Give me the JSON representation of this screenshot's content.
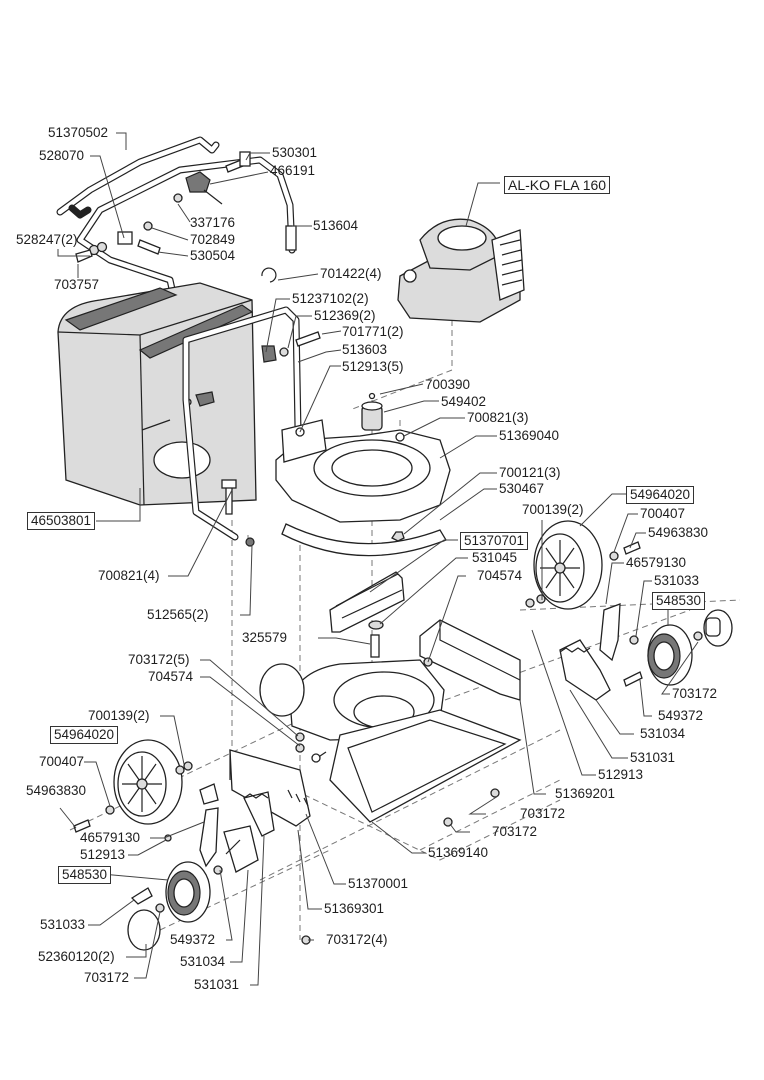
{
  "diagram": {
    "type": "exploded-parts-diagram",
    "subject": "Leaf blower / vacuum assembly",
    "engine_label": "AL-KO FLA 160",
    "part_labels": [
      {
        "id": "p01",
        "text": "51370502",
        "boxed": false
      },
      {
        "id": "p02",
        "text": "528070",
        "boxed": false
      },
      {
        "id": "p03",
        "text": "530301",
        "boxed": false
      },
      {
        "id": "p04",
        "text": "466191",
        "boxed": false
      },
      {
        "id": "p05",
        "text": "337176",
        "boxed": false
      },
      {
        "id": "p06",
        "text": "513604",
        "boxed": false
      },
      {
        "id": "p07",
        "text": "528247(2)",
        "boxed": false
      },
      {
        "id": "p08",
        "text": "702849",
        "boxed": false
      },
      {
        "id": "p09",
        "text": "530504",
        "boxed": false
      },
      {
        "id": "p10",
        "text": "703757",
        "boxed": false
      },
      {
        "id": "p11",
        "text": "701422(4)",
        "boxed": false
      },
      {
        "id": "p12",
        "text": "51237102(2)",
        "boxed": false
      },
      {
        "id": "p13",
        "text": "512369(2)",
        "boxed": false
      },
      {
        "id": "p14",
        "text": "701771(2)",
        "boxed": false
      },
      {
        "id": "p15",
        "text": "513603",
        "boxed": false
      },
      {
        "id": "p16",
        "text": "512913(5)",
        "boxed": false
      },
      {
        "id": "p17",
        "text": "700390",
        "boxed": false
      },
      {
        "id": "p18",
        "text": "549402",
        "boxed": false
      },
      {
        "id": "p19",
        "text": "700821(3)",
        "boxed": false
      },
      {
        "id": "p20",
        "text": "51369040",
        "boxed": false
      },
      {
        "id": "p21",
        "text": "700121(3)",
        "boxed": false
      },
      {
        "id": "p22",
        "text": "530467",
        "boxed": false
      },
      {
        "id": "p23",
        "text": "46503801",
        "boxed": true
      },
      {
        "id": "p24",
        "text": "54964020",
        "boxed": true
      },
      {
        "id": "p25",
        "text": "700139(2)",
        "boxed": false
      },
      {
        "id": "p26",
        "text": "700407",
        "boxed": false
      },
      {
        "id": "p27",
        "text": "54963830",
        "boxed": false
      },
      {
        "id": "p28",
        "text": "51370701",
        "boxed": true
      },
      {
        "id": "p29",
        "text": "531045",
        "boxed": false
      },
      {
        "id": "p30",
        "text": "704574",
        "boxed": false
      },
      {
        "id": "p31",
        "text": "700821(4)",
        "boxed": false
      },
      {
        "id": "p32",
        "text": "46579130",
        "boxed": false
      },
      {
        "id": "p33",
        "text": "531033",
        "boxed": false
      },
      {
        "id": "p34",
        "text": "548530",
        "boxed": true
      },
      {
        "id": "p35",
        "text": "512565(2)",
        "boxed": false
      },
      {
        "id": "p36",
        "text": "325579",
        "boxed": false
      },
      {
        "id": "p37",
        "text": "703172(5)",
        "boxed": false
      },
      {
        "id": "p38",
        "text": "704574",
        "boxed": false
      },
      {
        "id": "p39",
        "text": "703172",
        "boxed": false
      },
      {
        "id": "p40",
        "text": "549372",
        "boxed": false
      },
      {
        "id": "p41",
        "text": "700139(2)",
        "boxed": false
      },
      {
        "id": "p42",
        "text": "54964020",
        "boxed": true
      },
      {
        "id": "p43",
        "text": "531034",
        "boxed": false
      },
      {
        "id": "p44",
        "text": "700407",
        "boxed": false
      },
      {
        "id": "p45",
        "text": "531031",
        "boxed": false
      },
      {
        "id": "p46",
        "text": "512913",
        "boxed": false
      },
      {
        "id": "p47",
        "text": "54963830",
        "boxed": false
      },
      {
        "id": "p48",
        "text": "51369201",
        "boxed": false
      },
      {
        "id": "p49",
        "text": "703172",
        "boxed": false
      },
      {
        "id": "p50",
        "text": "703172",
        "boxed": false
      },
      {
        "id": "p51",
        "text": "46579130",
        "boxed": false
      },
      {
        "id": "p52",
        "text": "512913",
        "boxed": false
      },
      {
        "id": "p53",
        "text": "51369140",
        "boxed": false
      },
      {
        "id": "p54",
        "text": "548530",
        "boxed": true
      },
      {
        "id": "p55",
        "text": "51370001",
        "boxed": false
      },
      {
        "id": "p56",
        "text": "531033",
        "boxed": false
      },
      {
        "id": "p57",
        "text": "51369301",
        "boxed": false
      },
      {
        "id": "p58",
        "text": "549372",
        "boxed": false
      },
      {
        "id": "p59",
        "text": "703172(4)",
        "boxed": false
      },
      {
        "id": "p60",
        "text": "52360120(2)",
        "boxed": false
      },
      {
        "id": "p61",
        "text": "531034",
        "boxed": false
      },
      {
        "id": "p62",
        "text": "703172",
        "boxed": false
      },
      {
        "id": "p63",
        "text": "531031",
        "boxed": false
      }
    ]
  }
}
